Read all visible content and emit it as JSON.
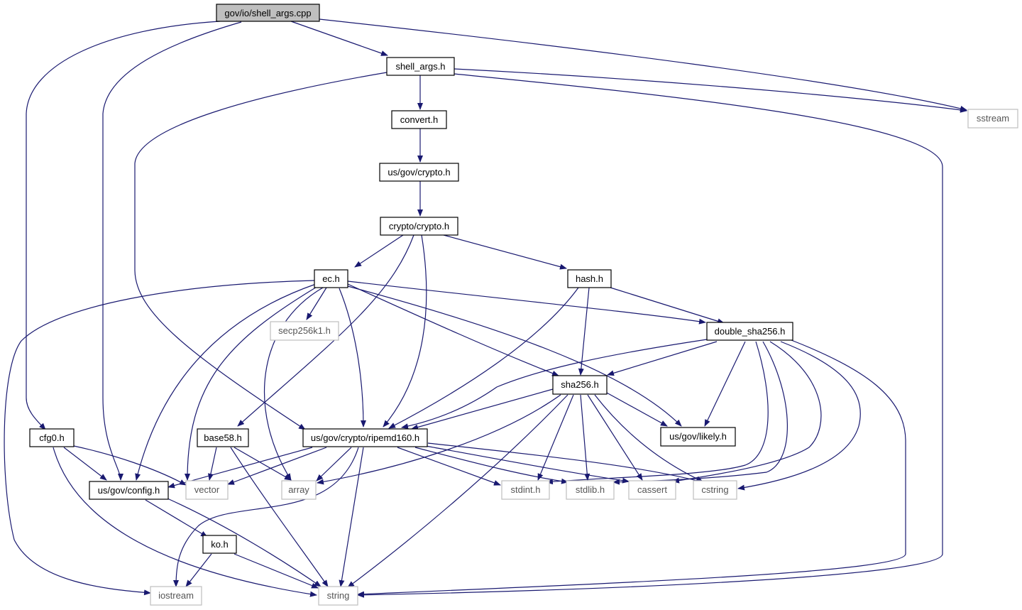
{
  "graph": {
    "edge_color": "#191970",
    "root_fill": "#bfbfbf",
    "system_border": "#bfbfbf",
    "nodes": {
      "shell_args_cpp": "gov/io/shell_args.cpp",
      "shell_args_h": "shell_args.h",
      "sstream": "sstream",
      "convert_h": "convert.h",
      "crypto_h": "us/gov/crypto.h",
      "crypto_crypto_h": "crypto/crypto.h",
      "ec_h": "ec.h",
      "hash_h": "hash.h",
      "secp256k1_h": "secp256k1.h",
      "double_sha256_h": "double_sha256.h",
      "sha256_h": "sha256.h",
      "cfg0_h": "cfg0.h",
      "base58_h": "base58.h",
      "ripemd160_h": "us/gov/crypto/ripemd160.h",
      "likely_h": "us/gov/likely.h",
      "config_h": "us/gov/config.h",
      "vector": "vector",
      "array": "array",
      "stdint_h": "stdint.h",
      "stdlib_h": "stdlib.h",
      "cassert": "cassert",
      "cstring": "cstring",
      "ko_h": "ko.h",
      "iostream": "iostream",
      "string": "string"
    },
    "edges": [
      [
        "shell_args_cpp",
        "shell_args_h"
      ],
      [
        "shell_args_cpp",
        "sstream"
      ],
      [
        "shell_args_cpp",
        "cfg0_h"
      ],
      [
        "shell_args_cpp",
        "config_h"
      ],
      [
        "shell_args_h",
        "convert_h"
      ],
      [
        "shell_args_h",
        "ripemd160_h"
      ],
      [
        "shell_args_h",
        "sstream"
      ],
      [
        "shell_args_h",
        "string"
      ],
      [
        "convert_h",
        "crypto_h"
      ],
      [
        "crypto_h",
        "crypto_crypto_h"
      ],
      [
        "crypto_crypto_h",
        "ec_h"
      ],
      [
        "crypto_crypto_h",
        "hash_h"
      ],
      [
        "crypto_crypto_h",
        "base58_h"
      ],
      [
        "crypto_crypto_h",
        "ripemd160_h"
      ],
      [
        "ec_h",
        "secp256k1_h"
      ],
      [
        "ec_h",
        "double_sha256_h"
      ],
      [
        "ec_h",
        "sha256_h"
      ],
      [
        "ec_h",
        "ripemd160_h"
      ],
      [
        "ec_h",
        "likely_h"
      ],
      [
        "ec_h",
        "config_h"
      ],
      [
        "ec_h",
        "vector"
      ],
      [
        "ec_h",
        "array"
      ],
      [
        "ec_h",
        "iostream"
      ],
      [
        "hash_h",
        "double_sha256_h"
      ],
      [
        "hash_h",
        "sha256_h"
      ],
      [
        "hash_h",
        "ripemd160_h"
      ],
      [
        "double_sha256_h",
        "sha256_h"
      ],
      [
        "double_sha256_h",
        "ripemd160_h"
      ],
      [
        "double_sha256_h",
        "likely_h"
      ],
      [
        "double_sha256_h",
        "stdint_h"
      ],
      [
        "double_sha256_h",
        "stdlib_h"
      ],
      [
        "double_sha256_h",
        "cassert"
      ],
      [
        "double_sha256_h",
        "cstring"
      ],
      [
        "double_sha256_h",
        "string"
      ],
      [
        "sha256_h",
        "ripemd160_h"
      ],
      [
        "sha256_h",
        "likely_h"
      ],
      [
        "sha256_h",
        "array"
      ],
      [
        "sha256_h",
        "stdint_h"
      ],
      [
        "sha256_h",
        "stdlib_h"
      ],
      [
        "sha256_h",
        "cassert"
      ],
      [
        "sha256_h",
        "cstring"
      ],
      [
        "sha256_h",
        "string"
      ],
      [
        "cfg0_h",
        "config_h"
      ],
      [
        "cfg0_h",
        "vector"
      ],
      [
        "cfg0_h",
        "string"
      ],
      [
        "base58_h",
        "vector"
      ],
      [
        "base58_h",
        "array"
      ],
      [
        "base58_h",
        "string"
      ],
      [
        "ripemd160_h",
        "config_h"
      ],
      [
        "ripemd160_h",
        "vector"
      ],
      [
        "ripemd160_h",
        "array"
      ],
      [
        "ripemd160_h",
        "stdint_h"
      ],
      [
        "ripemd160_h",
        "stdlib_h"
      ],
      [
        "ripemd160_h",
        "cassert"
      ],
      [
        "ripemd160_h",
        "cstring"
      ],
      [
        "ripemd160_h",
        "iostream"
      ],
      [
        "ripemd160_h",
        "string"
      ],
      [
        "config_h",
        "ko_h"
      ],
      [
        "config_h",
        "string"
      ],
      [
        "ko_h",
        "iostream"
      ],
      [
        "ko_h",
        "string"
      ]
    ]
  }
}
